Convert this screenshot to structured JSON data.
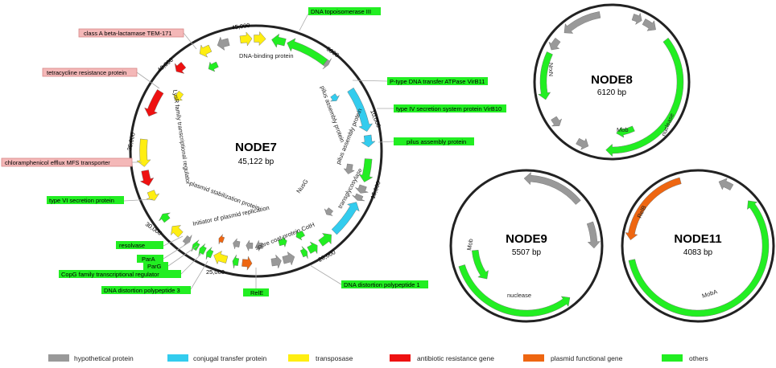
{
  "colors": {
    "hypothetical": "#999999",
    "conjugal": "#33ccee",
    "transposase": "#ffee11",
    "antibiotic": "#ee1111",
    "plasmid_func": "#ee6611",
    "others": "#22ee22",
    "pink_box": "#f4b8b8",
    "pink_border": "#d88888",
    "green_box": "#22ee22"
  },
  "node7": {
    "name": "NODE7",
    "size": "45,122 bp",
    "ticks": [
      "5000",
      "10,000",
      "15,000",
      "20,000",
      "25,000",
      "30,000",
      "35,000",
      "40,000",
      "45,000"
    ],
    "inner_labels": [
      "DNA-binding protein",
      "pilus assembly protein",
      "pilus assembly protein",
      "transglycosylase",
      "NusG",
      "spore coat protein CotH",
      "Initiator of plasmid replication",
      "plasmid stabilization protein",
      "LysR family transcriptional regulator"
    ],
    "callouts": [
      {
        "text": "DNA topoisomerase III",
        "type": "green"
      },
      {
        "text": "P-type DNA transfer ATPase VirB11",
        "type": "green"
      },
      {
        "text": "type IV secretion system protein VirB10",
        "type": "green"
      },
      {
        "text": "pilus assembly protein",
        "type": "green"
      },
      {
        "text": "DNA distortion polypeptide 1",
        "type": "green"
      },
      {
        "text": "RelE",
        "type": "green"
      },
      {
        "text": "DNA distortion polypeptide 3",
        "type": "green"
      },
      {
        "text": "CopG family transcriptional regulator",
        "type": "green"
      },
      {
        "text": "ParG",
        "type": "green"
      },
      {
        "text": "ParA",
        "type": "green"
      },
      {
        "text": "resolvase",
        "type": "green"
      },
      {
        "text": "type VI secretion protein",
        "type": "green"
      },
      {
        "text": "chloramphenicol efflux MFS transporter",
        "type": "pink"
      },
      {
        "text": "tetracycline resistance protein",
        "type": "pink"
      },
      {
        "text": "class A beta-lactamase TEM-171",
        "type": "pink"
      }
    ]
  },
  "node8": {
    "name": "NODE8",
    "size": "6120 bp",
    "labels": [
      "NrxN",
      "nuclease",
      "Mob"
    ]
  },
  "node9": {
    "name": "NODE9",
    "size": "5507 bp",
    "labels": [
      "Mob",
      "nuclease"
    ]
  },
  "node11": {
    "name": "NODE11",
    "size": "4083 bp",
    "labels": [
      "RelB",
      "MobA"
    ]
  },
  "legend": [
    {
      "label": "hypothetical protein",
      "color": "#999999"
    },
    {
      "label": "conjugal transfer protein",
      "color": "#33ccee"
    },
    {
      "label": "transposase",
      "color": "#ffee11"
    },
    {
      "label": "antibiotic resistance gene",
      "color": "#ee1111"
    },
    {
      "label": "plasmid functional gene",
      "color": "#ee6611"
    },
    {
      "label": "others",
      "color": "#22ee22"
    }
  ]
}
